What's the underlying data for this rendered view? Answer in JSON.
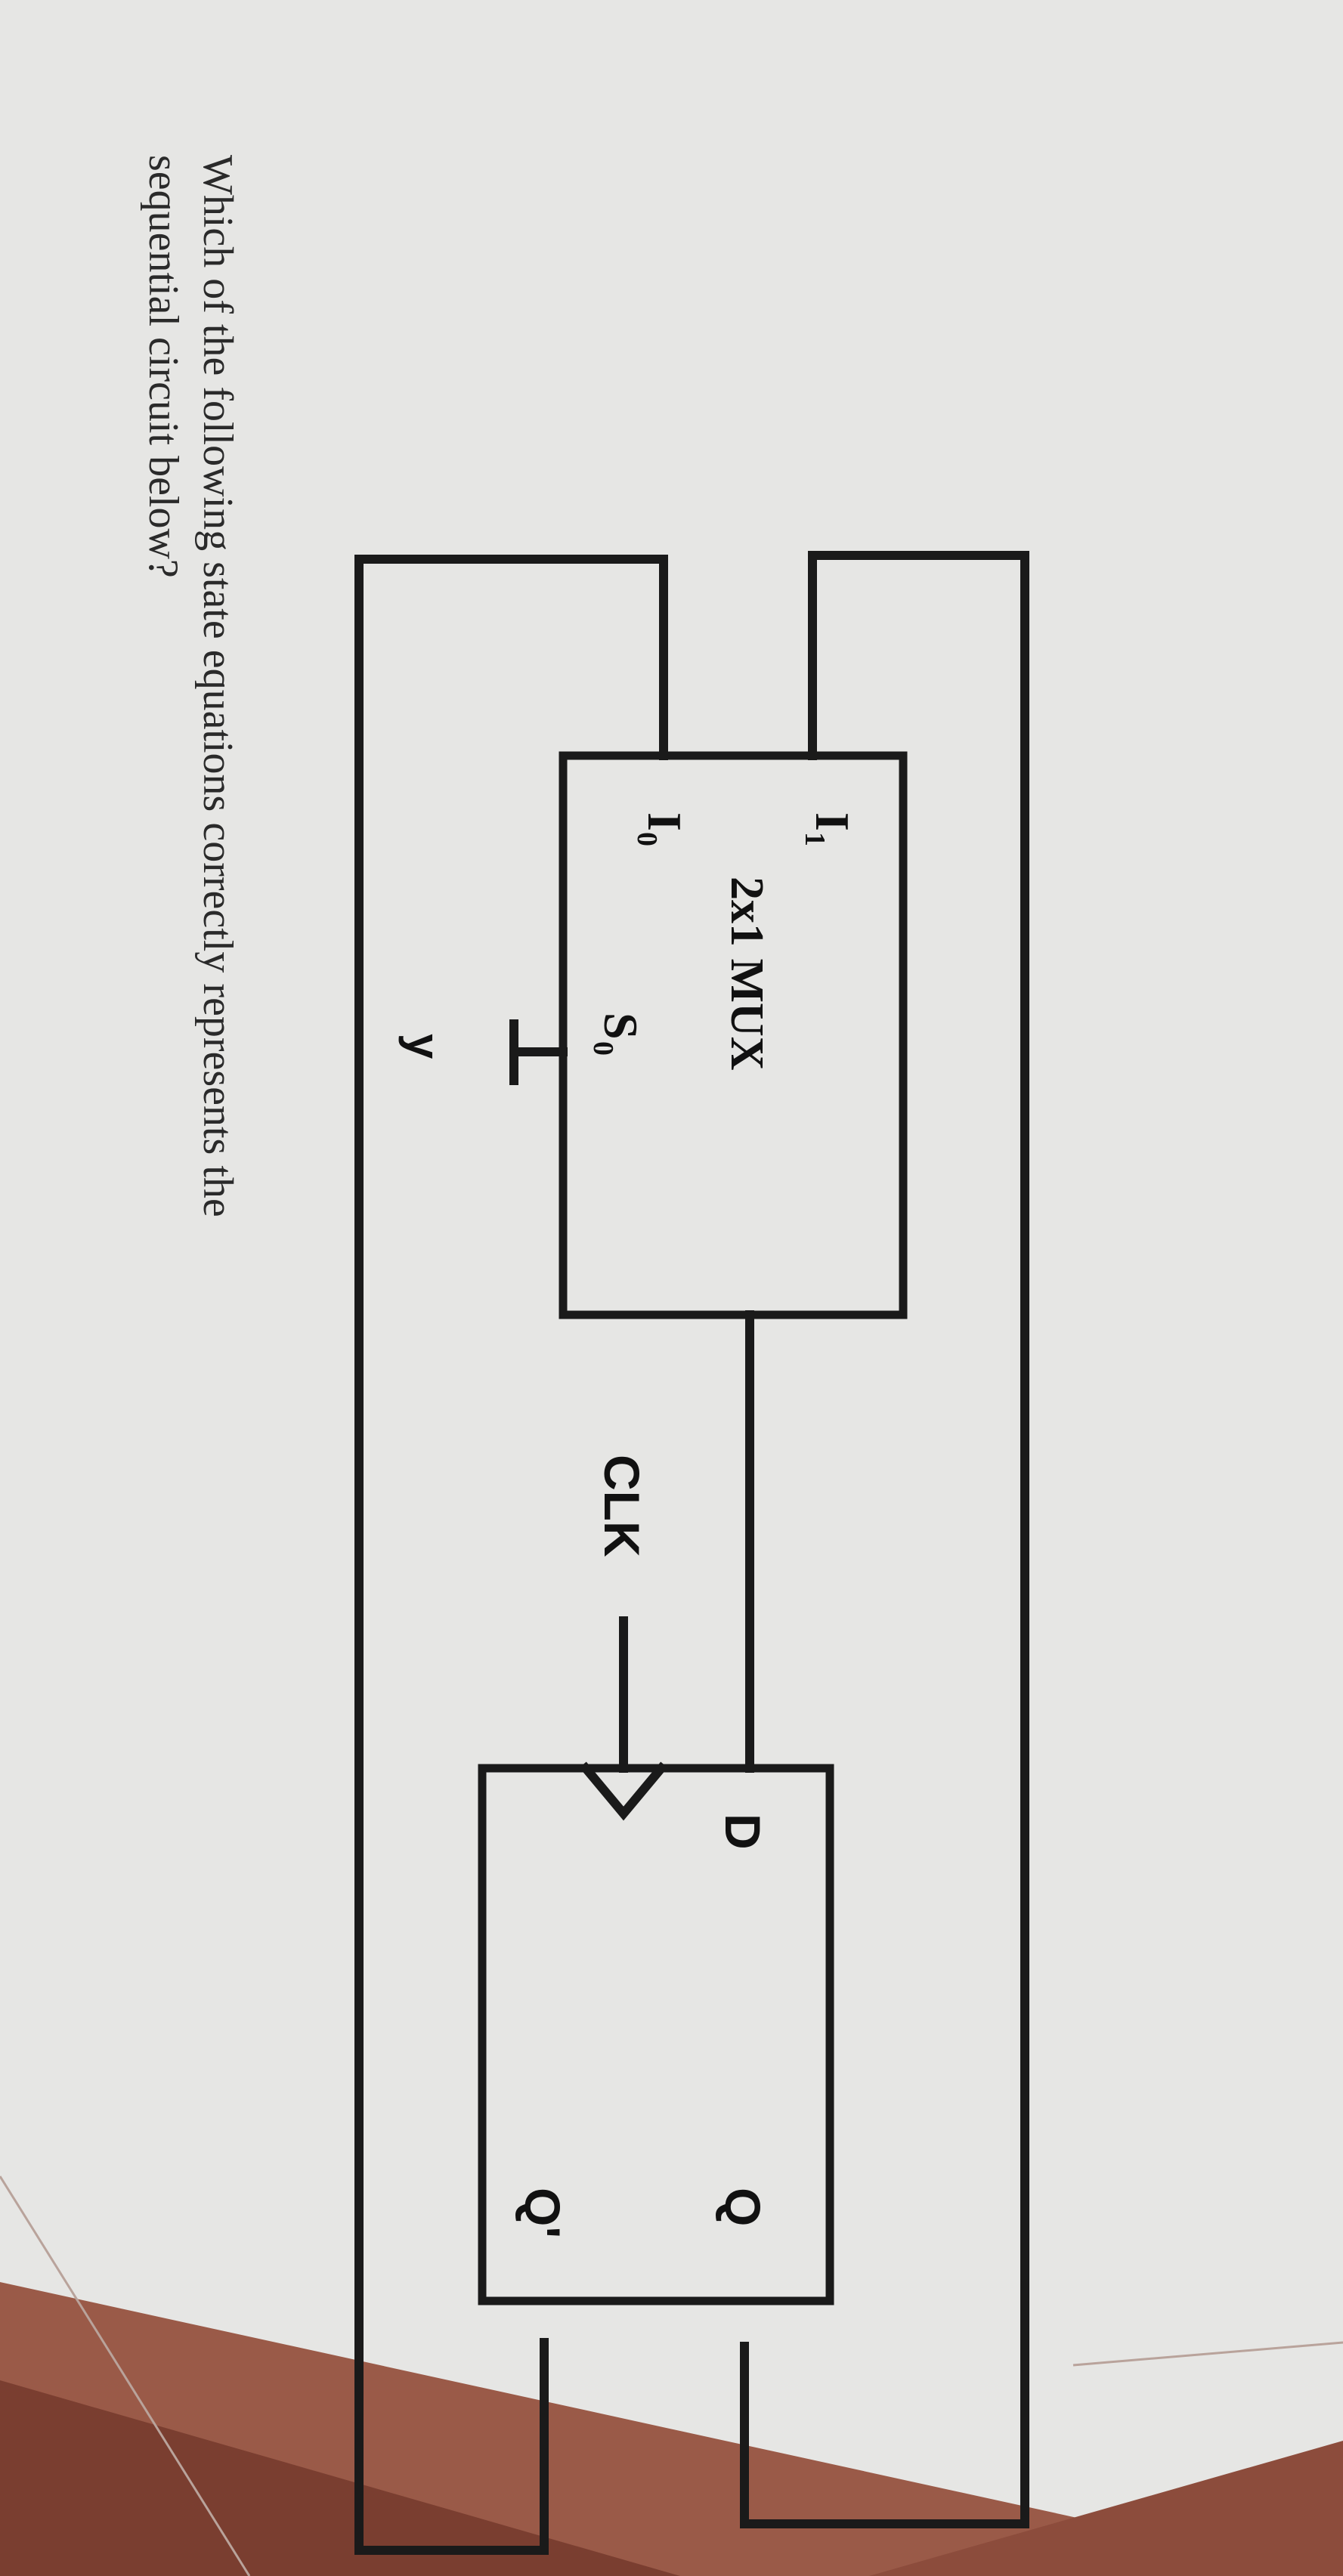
{
  "question": {
    "line1": "Which of the following state equations correctly represents the",
    "line2": "sequential circuit below?"
  },
  "mux": {
    "title": "2x1 MUX",
    "input1": "I",
    "input1_sub": "1",
    "input0": "I",
    "input0_sub": "0",
    "select": "S",
    "select_sub": "0",
    "select_signal": "y"
  },
  "flipflop": {
    "d": "D",
    "q": "Q",
    "q_bar": "Q'",
    "clk": "CLK"
  },
  "colors": {
    "background": "#e6e6e4",
    "ink": "#1a1a1a",
    "corner_accent": "#8a4a3a"
  }
}
